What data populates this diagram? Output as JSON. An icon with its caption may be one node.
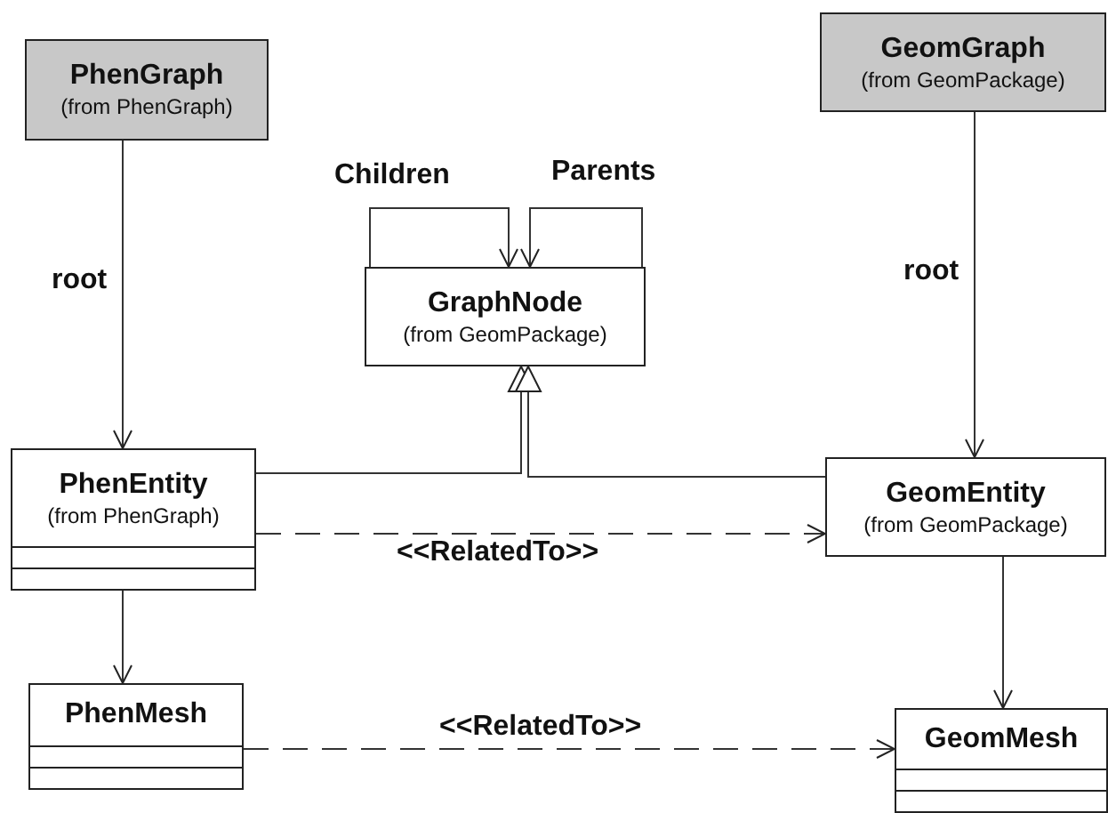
{
  "diagram": {
    "nodes": [
      {
        "text": [
          "PhenGraph",
          "(from PhenGraph)"
        ]
      },
      {
        "text": [
          "GeomGraph",
          "(from GeomPackage)"
        ]
      },
      {
        "text": [
          "GraphNode",
          "(from GeomPackage)"
        ]
      },
      {
        "text": [
          "PhenEntity",
          "(from PhenGraph)"
        ]
      },
      {
        "text": [
          "GeomEntity",
          "(from GeomPackage)"
        ]
      },
      {
        "text": [
          "PhenMesh"
        ]
      },
      {
        "text": [
          "GeomMesh"
        ]
      }
    ],
    "edges": [
      {
        "from": 0,
        "to": 3,
        "arrow": "to",
        "label": "root"
      },
      {
        "from": 1,
        "to": 4,
        "arrow": "to",
        "label": "root"
      },
      {
        "from": 2,
        "to": 2,
        "arrow": "to",
        "label": "Children"
      },
      {
        "from": 2,
        "to": 2,
        "arrow": "to",
        "label": "Parents"
      },
      {
        "from": 3,
        "to": 2,
        "arrow": "to"
      },
      {
        "from": 4,
        "to": 2,
        "arrow": "to"
      },
      {
        "from": 3,
        "to": 4,
        "arrow": "to",
        "label": "<<RelatedTo>>",
        "style": "dashed"
      },
      {
        "from": 3,
        "to": 5,
        "arrow": "to"
      },
      {
        "from": 4,
        "to": 6,
        "arrow": "to"
      },
      {
        "from": 5,
        "to": 6,
        "arrow": "to",
        "label": "<<RelatedTo>>",
        "style": "dashed"
      }
    ]
  }
}
